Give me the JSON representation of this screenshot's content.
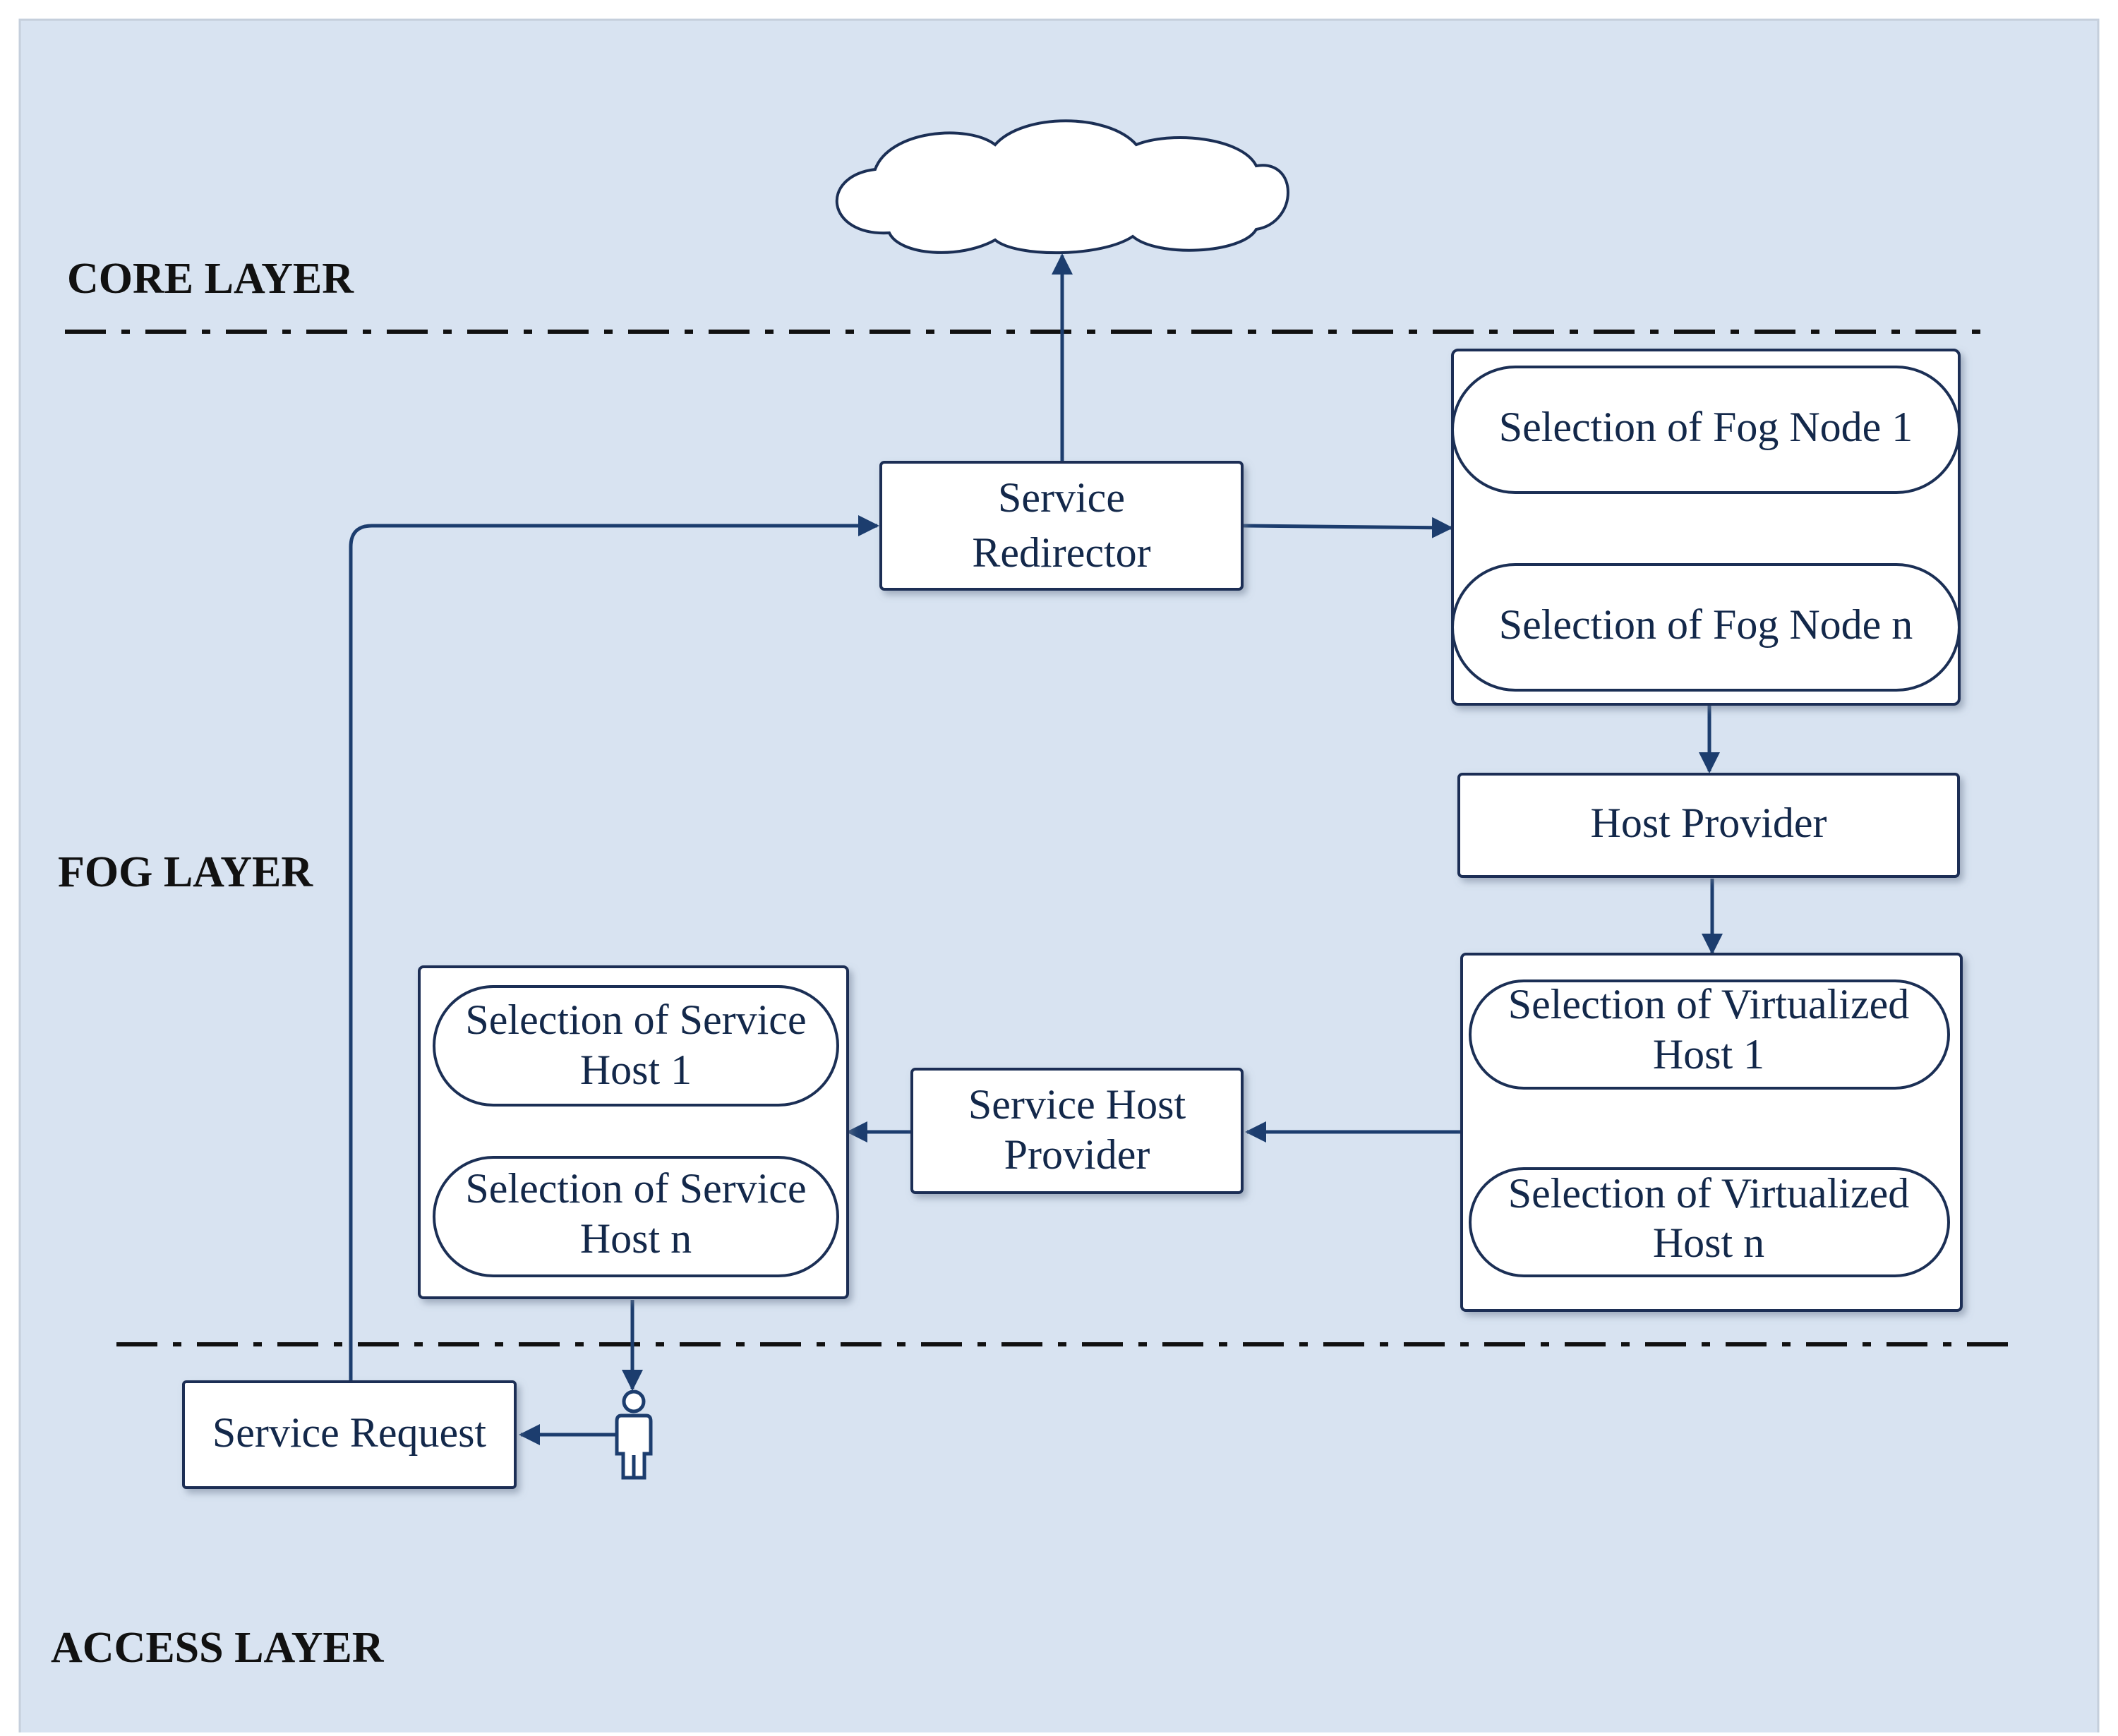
{
  "layers": {
    "core": "CORE LAYER",
    "fog": "FOG LAYER",
    "access": "ACCESS LAYER"
  },
  "nodes": {
    "service_redirector": [
      "Service",
      "Redirector"
    ],
    "fog_node_1": "Selection of Fog Node 1",
    "fog_node_n": "Selection of Fog Node n",
    "host_provider": "Host Provider",
    "virtualized_host_1": [
      "Selection of Virtualized",
      "Host 1"
    ],
    "virtualized_host_n": [
      "Selection of Virtualized",
      "Host n"
    ],
    "service_host_provider": [
      "Service Host",
      "Provider"
    ],
    "service_host_1": [
      "Selection of Service",
      "Host 1"
    ],
    "service_host_n": [
      "Selection of Service",
      "Host n"
    ],
    "service_request": "Service Request"
  },
  "icons": {
    "cloud": "cloud-icon",
    "user": "user-icon"
  },
  "colors": {
    "background": "#d8e3f1",
    "arrow": "#1c3d6e",
    "box_border": "#1b2f55",
    "text": "#13284a"
  }
}
